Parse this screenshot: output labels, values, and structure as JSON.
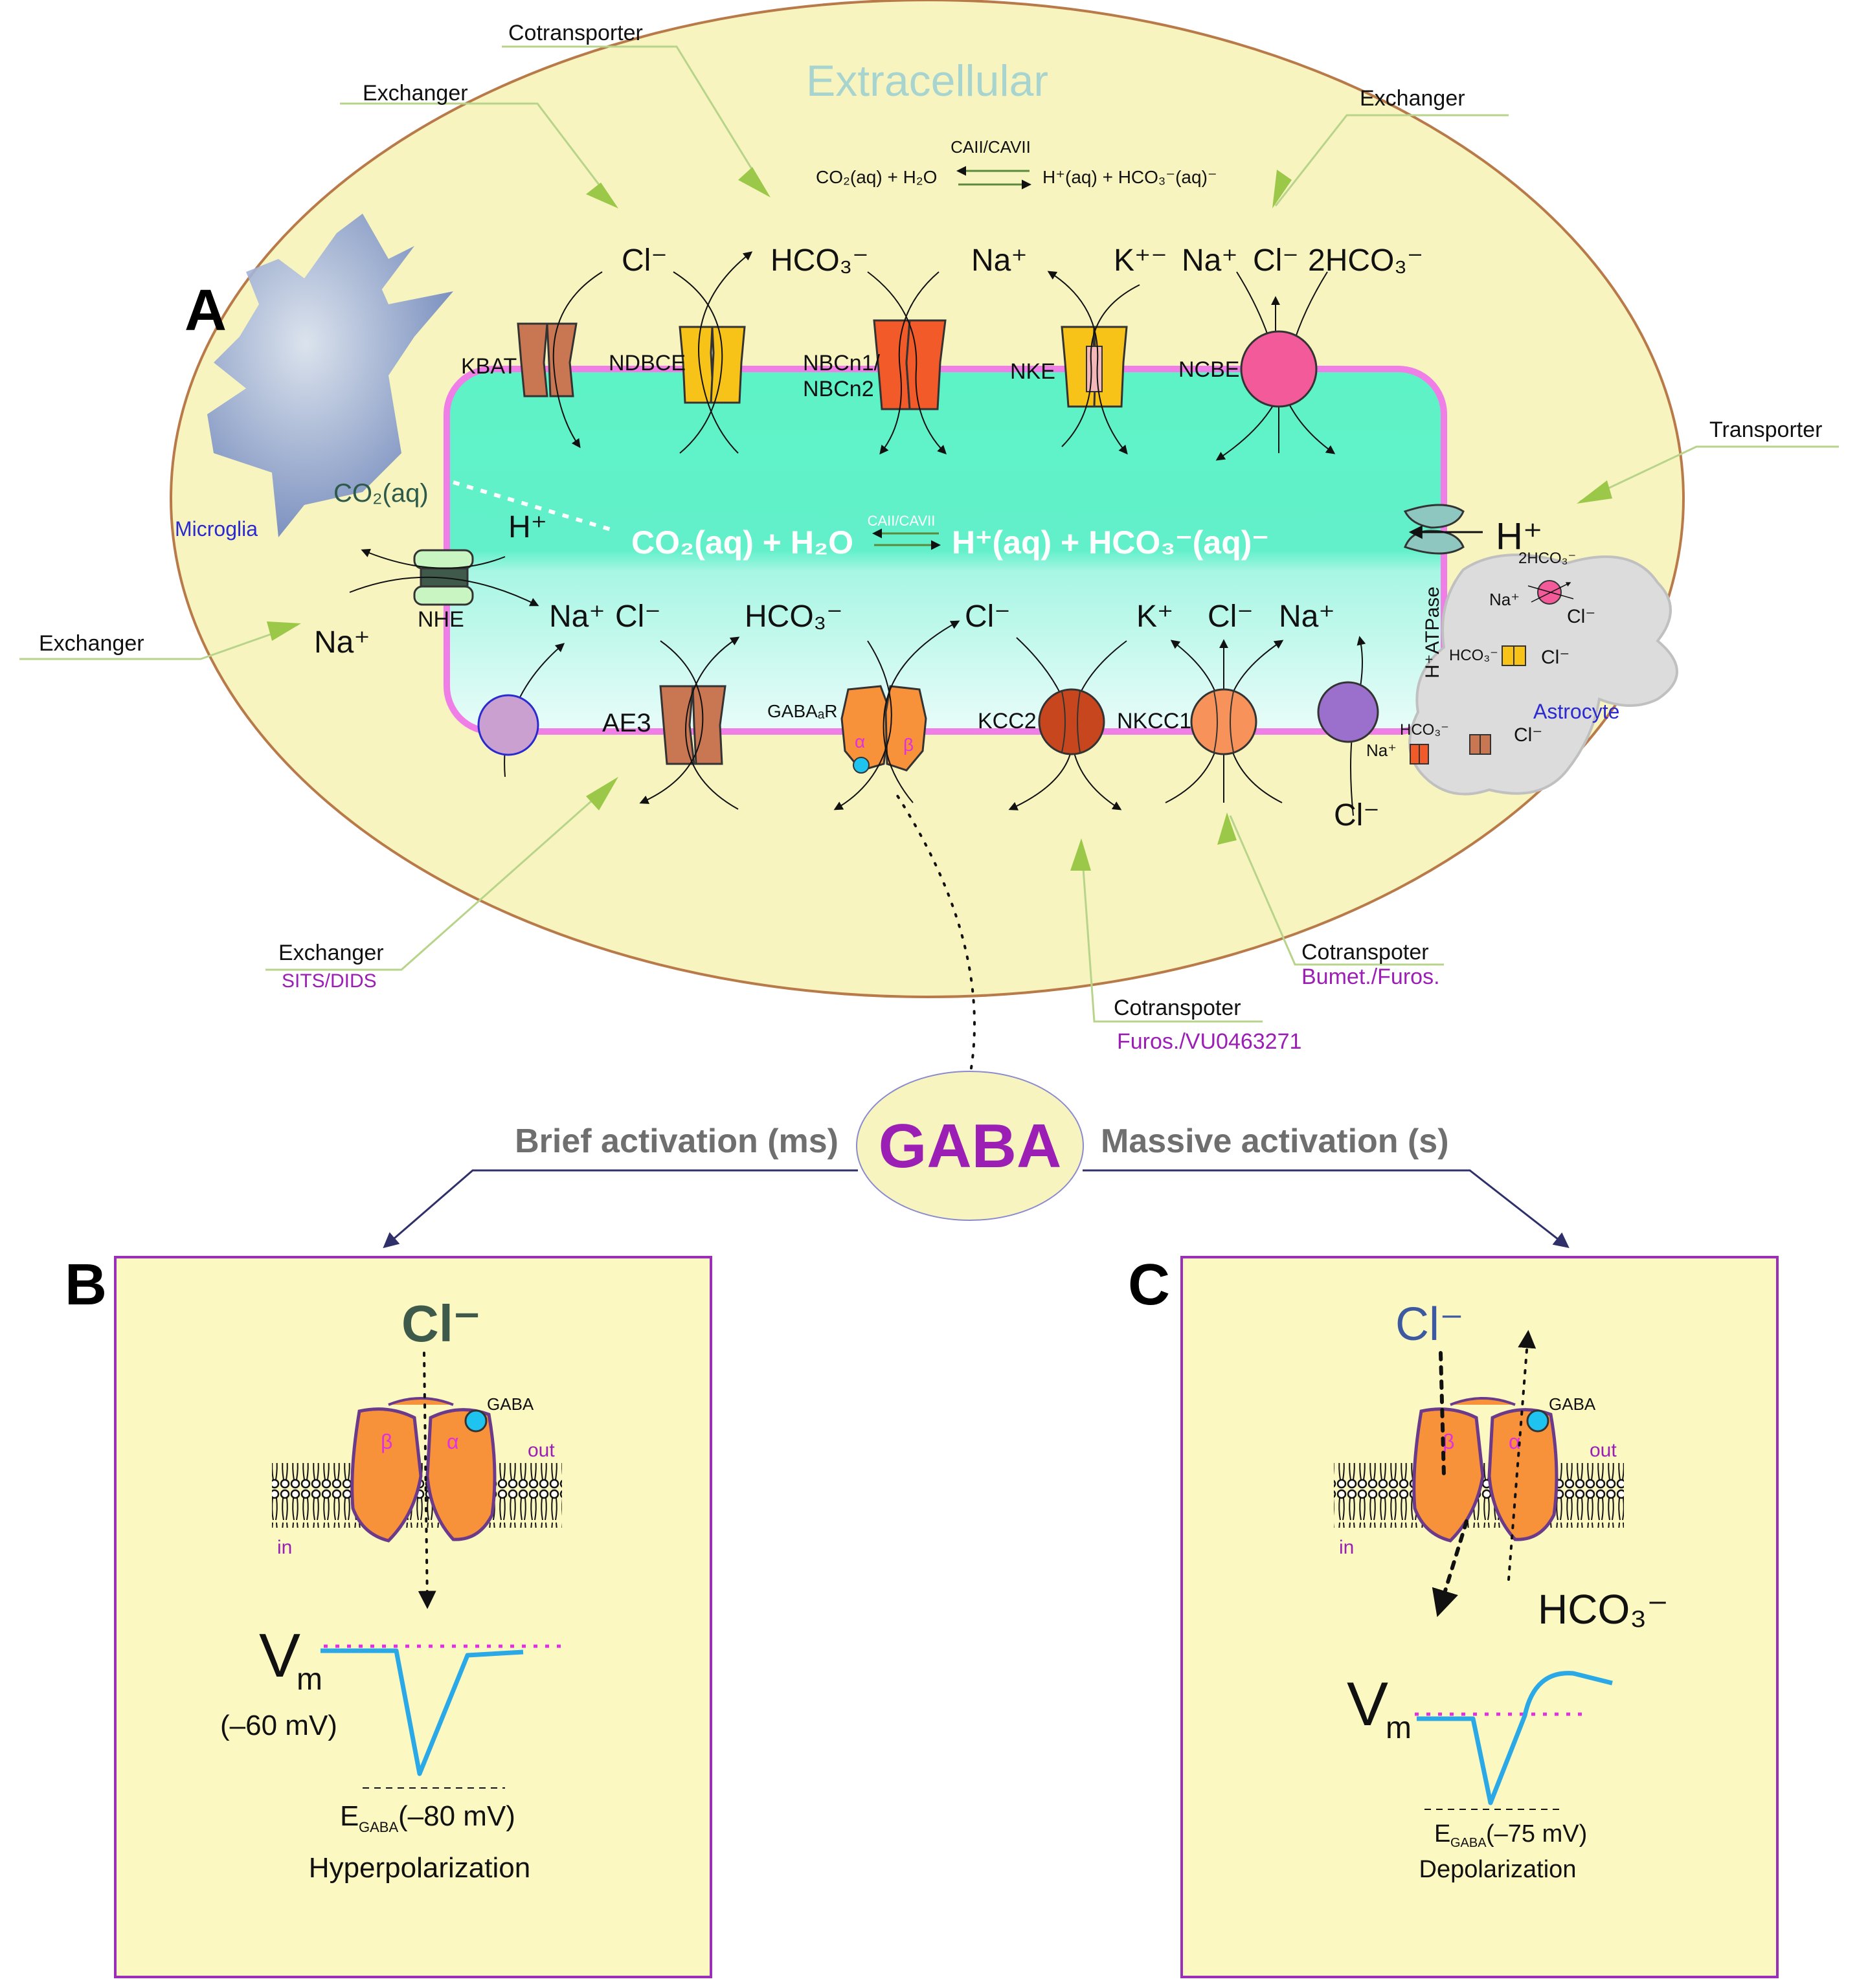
{
  "colors": {
    "ellipse_fill": "#f7f4c0",
    "ellipse_stroke": "#b97a4a",
    "cell_top": "#5ef3c6",
    "cell_bottom": "#e3fbf8",
    "membrane": "#ef7fe7",
    "callout_line": "#b7d48a",
    "arrow_head": "#9cc84a",
    "gaba_text": "#9b1fb5",
    "panel_border": "#9b2fb8",
    "panel_fill": "#fbf8c2",
    "trace": "#2ba8e6",
    "threshold": "#e030e0"
  },
  "panels": {
    "a": "A",
    "b": "B",
    "c": "C"
  },
  "extracellular": "Extracellular",
  "top_eq": {
    "enzyme": "CAII/CAVII",
    "left": "CO₂(aq) + H₂O",
    "right": "H⁺(aq) + HCO₃⁻(aq)⁻"
  },
  "mid_eq": {
    "enzyme": "CAII/CAVII",
    "left": "CO₂(aq) + H₂O",
    "right": "H⁺(aq) + HCO₃⁻(aq)⁻"
  },
  "callouts": {
    "exchanger_1": "Exchanger",
    "cotransporter_top": "Cotransporter",
    "exchanger_2": "Exchanger",
    "transporter": "Transporter",
    "exchanger_left": "Exchanger",
    "exchanger_bottom": "Exchanger",
    "sits": "SITS/DIDS",
    "cotrans_1": "Cotranspoter",
    "furos_vu": "Furos./VU0463271",
    "cotrans_2": "Cotranspoter",
    "bumet": "Bumet./Furos."
  },
  "proteins": {
    "kbat": "KBAT",
    "ndbce": "NDBCE",
    "nbcn1": "NBCn1/",
    "nbcn2": "NBCn2",
    "nke": "NKE",
    "ncbe": "NCBE",
    "nhe": "NHE",
    "ae3": "AE3",
    "gabaar": "GABAₐR",
    "kcc2": "KCC2",
    "nkcc1": "NKCC1",
    "h_atpase": "H⁺ATPase"
  },
  "ions_top": {
    "cl": "Cl⁻",
    "hco3": "HCO₃⁻",
    "na": "Na⁺",
    "k": "K⁺⁻",
    "na2": "Na⁺",
    "cl2": "Cl⁻",
    "hco3_2": "2HCO₃⁻"
  },
  "ions_bottom": {
    "h": "H⁺",
    "na_out": "Na⁺",
    "na_in": "Na⁺",
    "cl": "Cl⁻",
    "hco3": "HCO₃⁻",
    "cl2": "Cl⁻",
    "k": "K⁺",
    "cl3": "Cl⁻",
    "na2": "Na⁺",
    "cl_out": "Cl⁻",
    "h_right": "H⁺"
  },
  "co2_label": "CO₂(aq)",
  "microglia": "Microglia",
  "astrocyte": {
    "label": "Astrocyte",
    "ion_2hco3": "2HCO₃⁻",
    "na1": "Na⁺",
    "cl1": "Cl⁻",
    "hco3_a": "HCO₃⁻",
    "cl2": "Cl⁻",
    "hco3_b": "HCO₃⁻",
    "cl3": "Cl⁻",
    "na2": "Na⁺"
  },
  "gaba": {
    "label": "GABA",
    "brief": "Brief activation (ms)",
    "massive": "Massive activation (s)"
  },
  "panel_b": {
    "ion": "Cl⁻",
    "gaba": "GABA",
    "out": "out",
    "in": "in",
    "beta": "β",
    "alpha": "α",
    "vm": "V",
    "vm_sub": "m",
    "vrest": "(–60 mV)",
    "egaba": "E",
    "egaba_sub": "GABA",
    "egaba_val": " (–80 mV)",
    "result": "Hyperpolarization"
  },
  "panel_c": {
    "ion": "Cl⁻",
    "ion2": "HCO₃⁻",
    "gaba": "GABA",
    "out": "out",
    "in": "in",
    "beta": "β",
    "alpha": "α",
    "vm": "V",
    "vm_sub": "m",
    "egaba": "E",
    "egaba_sub": "GABA",
    "egaba_val": "(–75 mV)",
    "result": "Depolarization"
  }
}
